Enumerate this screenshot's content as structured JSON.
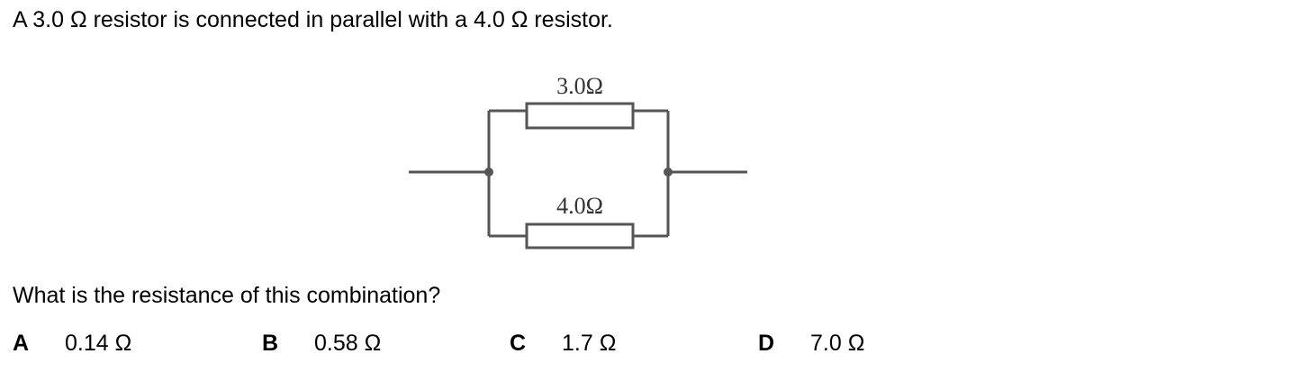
{
  "question": {
    "stem": "A 3.0 Ω resistor is connected in parallel with a 4.0 Ω resistor.",
    "prompt": "What is the resistance of this combination?"
  },
  "diagram": {
    "resistor_top_label": "3.0Ω",
    "resistor_bottom_label": "4.0Ω"
  },
  "options": [
    {
      "letter": "A",
      "value": "0.14 Ω"
    },
    {
      "letter": "B",
      "value": "0.58 Ω"
    },
    {
      "letter": "C",
      "value": "1.7 Ω"
    },
    {
      "letter": "D",
      "value": "7.0 Ω"
    }
  ]
}
